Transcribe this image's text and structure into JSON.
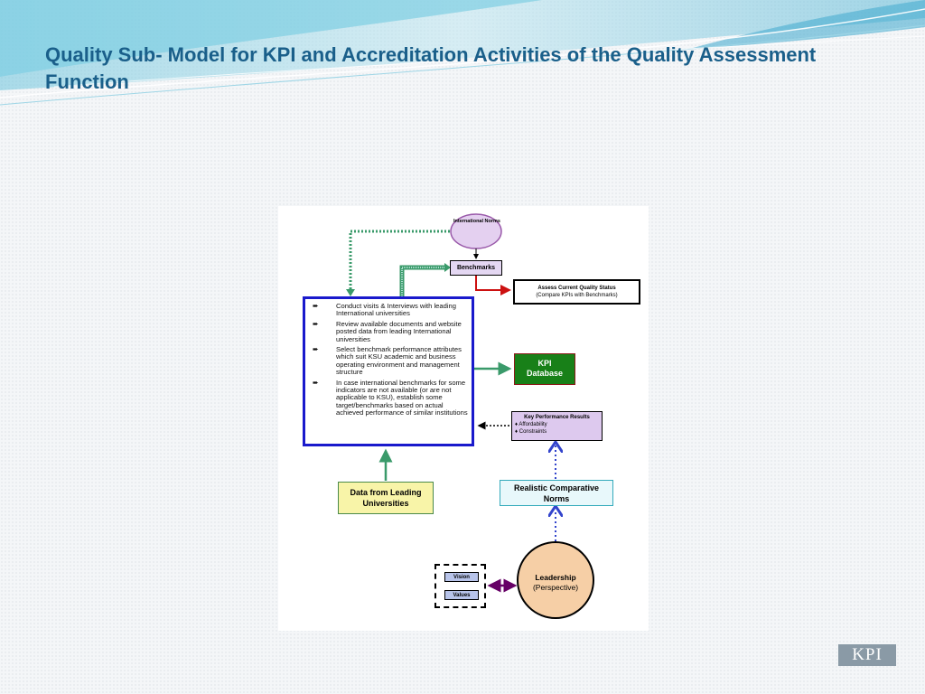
{
  "slide": {
    "title": "Quality Sub- Model for KPI and Accreditation Activities of the Quality Assessment Function",
    "badge": "KPI"
  },
  "diagram": {
    "international_norms": "International Norms",
    "benchmarks": "Benchmarks",
    "assess_status": {
      "line1": "Assess Current Quality Status",
      "line2": "(Compare KPIs with Benchmarks)"
    },
    "activities": [
      "Conduct visits & Interviews with leading International universities",
      "Review available documents and website posted data from leading International universities",
      "Select benchmark performance attributes which suit KSU academic and business operating environment and management structure",
      "In case international benchmarks for some indicators are not available (or are not applicable to KSU), establish some target/benchmarks based on actual achieved performance of similar institutions"
    ],
    "kpi_database": {
      "line1": "KPI",
      "line2": "Database"
    },
    "key_results": {
      "title": "Key Performance Results",
      "items": [
        "Affordability",
        "Constraints"
      ]
    },
    "data_from_leading": {
      "line1": "Data from Leading",
      "line2": "Universities"
    },
    "realistic_norms": {
      "line1": "Realistic Comparative",
      "line2": "Norms"
    },
    "vision": "Vision",
    "values": "Values",
    "leadership": {
      "line1": "Leadership",
      "line2": "(Perspective)"
    }
  },
  "colors": {
    "title": "#1a5f8a",
    "main_border": "#1a1acc",
    "green_arrow": "#3a9a6a",
    "red_arrow": "#cc1111",
    "blue_dotted": "#3344cc",
    "purple_arrow": "#660066",
    "kpi_db_fill": "#188018"
  }
}
